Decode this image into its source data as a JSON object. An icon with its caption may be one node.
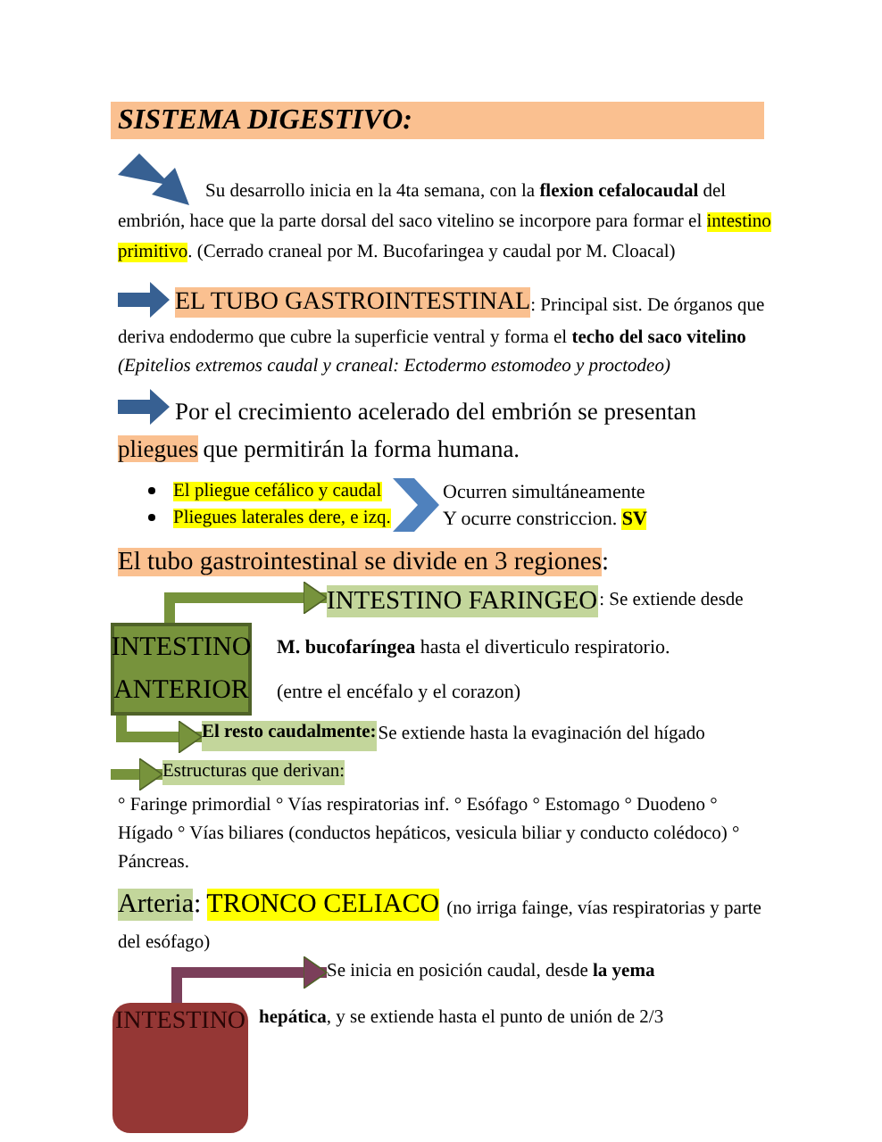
{
  "diagram": {
    "title": "SISTEMA DIGESTIVO:",
    "nodes": [
      {
        "text": [
          "INTESTINO ANTERIOR"
        ]
      },
      {
        "text": [
          "INTESTINO FARINGEO"
        ],
        "beside": [
          ": Se extiende desde"
        ]
      },
      {
        "text": [
          "El resto caudalmente:"
        ],
        "beside": [
          "Se extiende hasta la evaginación del hígado"
        ]
      },
      {
        "text": [
          "Estructuras que derivan:"
        ]
      },
      {
        "text": [
          "INTESTINO"
        ],
        "beside": [
          "**hepática**, y se extiende hasta el punto de unión de 2/3"
        ]
      },
      {
        "text": [
          "Se inicia en posición caudal, desde **la yema**"
        ]
      }
    ],
    "edges": [
      {
        "from": 0,
        "to": 1,
        "arrow": "to"
      },
      {
        "from": 0,
        "to": 2,
        "arrow": "to"
      },
      {
        "from": null,
        "to": 3,
        "arrow": "to"
      },
      {
        "from": 4,
        "to": 5,
        "arrow": "to",
        "color": "#7b3f5a"
      }
    ],
    "labels": [
      "Su desarrollo inicia en la 4ta semana, con la **flexion cefalocaudal** del embrión, hace que la parte dorsal del saco vitelino se incorpore para formar el",
      "intestino primitivo",
      ". (Cerrado craneal por M. Bucofaringea y caudal por M. Cloacal)",
      "EL TUBO GASTROINTESTINAL",
      ": Principal sist. De órganos que deriva endodermo que cubre la superficie ventral y forma el **techo del saco vitelino**",
      "(Epitelios extremos caudal y craneal: Ectodermo estomodeo y proctodeo)",
      "Por el crecimiento acelerado del embrión se presentan",
      "pliegues",
      "que permitirán la forma humana.",
      "El pliegue cefálico y caudal",
      "Pliegues laterales dere, e izq.",
      "Ocurren simultáneamente",
      "Y ocurre constriccion.",
      "SV",
      "El tubo gastrointestinal se divide en 3 regiones",
      ":",
      "**M. bucofaríngea** hasta el diverticulo respiratorio.",
      "(entre el encéfalo y el corazon)",
      "° Faringe primordial ° Vías respiratorias inf. ° Esófago ° Estomago ° Duodeno ° Hígado ° Vías biliares (conductos hepáticos, vesicula biliar y conducto colédoco) ° Páncreas.",
      "Arteria",
      ":",
      "TRONCO CELIACO",
      "(no irriga fainge, vías respiratorias y parte del esófago)"
    ]
  }
}
